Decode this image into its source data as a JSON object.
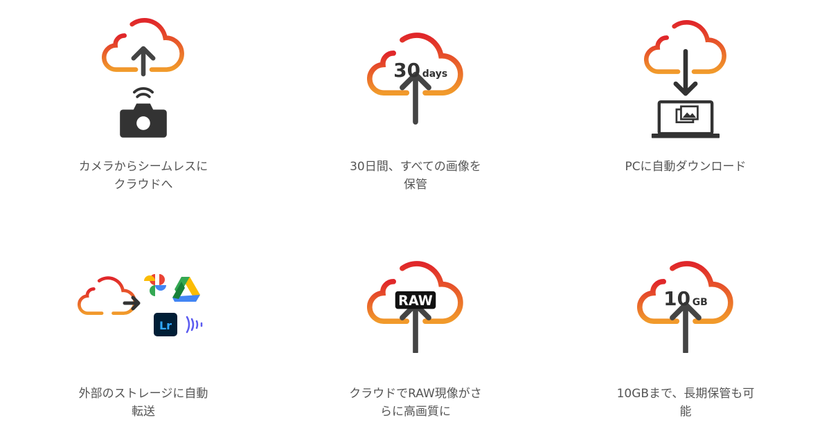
{
  "colors": {
    "cloud_top": "#e0262a",
    "cloud_bottom": "#f19a2b",
    "dark": "#333333",
    "text": "#555555"
  },
  "features": [
    {
      "icon": "cloud-upload-camera-icon",
      "caption": "カメラからシームレスにクラウドへ"
    },
    {
      "icon": "cloud-30-days-icon",
      "badge": "30",
      "badge_unit": "days",
      "caption": "30日間、すべての画像を保管"
    },
    {
      "icon": "cloud-download-laptop-icon",
      "caption": "PCに自動ダウンロード"
    },
    {
      "icon": "cloud-external-storage-icon",
      "lr_label": "Lr",
      "caption": "外部のストレージに自動転送"
    },
    {
      "icon": "cloud-raw-icon",
      "badge": "RAW",
      "caption": "クラウドでRAW現像がさらに高画質に"
    },
    {
      "icon": "cloud-10gb-icon",
      "badge": "10",
      "badge_unit": "GB",
      "caption": "10GBまで、長期保管も可能"
    }
  ]
}
